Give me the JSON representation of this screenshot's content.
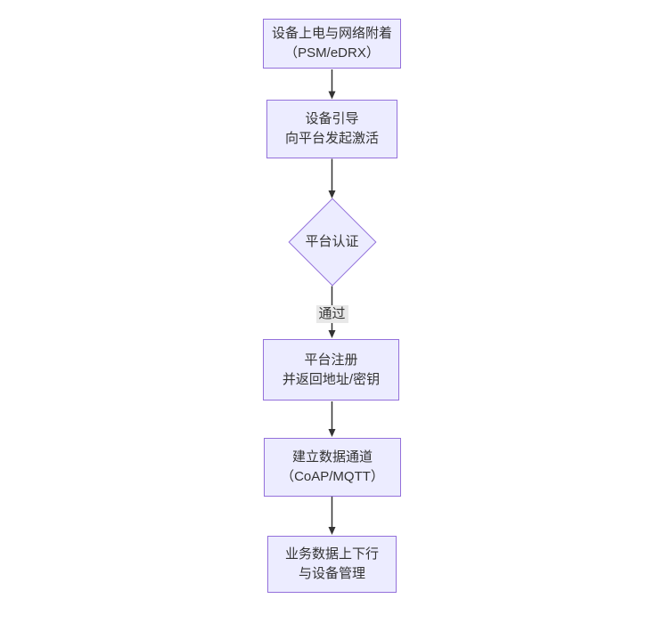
{
  "diagram": {
    "type": "flowchart",
    "direction": "top-down",
    "nodes": [
      {
        "id": "power-attach",
        "shape": "rect",
        "lines": [
          "设备上电与网络附着",
          "（PSM/eDRX）"
        ]
      },
      {
        "id": "bootstrap",
        "shape": "rect",
        "lines": [
          "设备引导",
          "向平台发起激活"
        ]
      },
      {
        "id": "platform-auth",
        "shape": "diamond",
        "lines": [
          "平台认证"
        ]
      },
      {
        "id": "register",
        "shape": "rect",
        "lines": [
          "平台注册",
          "并返回地址/密钥"
        ]
      },
      {
        "id": "data-channel",
        "shape": "rect",
        "lines": [
          "建立数据通道",
          "（CoAP/MQTT）"
        ]
      },
      {
        "id": "business",
        "shape": "rect",
        "lines": [
          "业务数据上下行",
          "与设备管理"
        ]
      }
    ],
    "edges": [
      {
        "from": "power-attach",
        "to": "bootstrap",
        "label": ""
      },
      {
        "from": "bootstrap",
        "to": "platform-auth",
        "label": ""
      },
      {
        "from": "platform-auth",
        "to": "register",
        "label": "通过"
      },
      {
        "from": "register",
        "to": "data-channel",
        "label": ""
      },
      {
        "from": "data-channel",
        "to": "business",
        "label": ""
      }
    ],
    "colors": {
      "node_fill": "#ececff",
      "node_border": "#9370db",
      "edge_color": "#333333",
      "label_bg": "#e8e8e8",
      "text_color": "#333333",
      "canvas_bg": "#ffffff"
    }
  }
}
